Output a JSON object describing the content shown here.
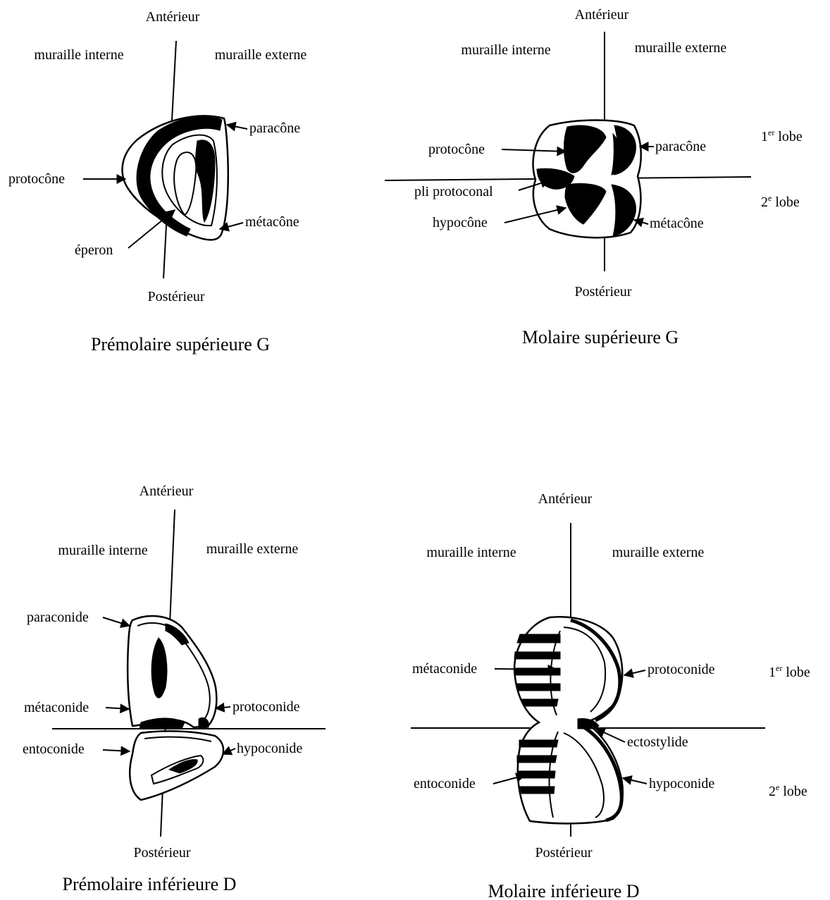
{
  "figures": {
    "upper_premolar": {
      "caption": "Prémolaire supérieure G",
      "anterior": "Antérieur",
      "posterior": "Postérieur",
      "inner_wall": "muraille interne",
      "outer_wall": "muraille externe",
      "labels": {
        "paracone": "paracône",
        "protocone": "protocône",
        "metacone": "métacône",
        "eperon": "éperon"
      }
    },
    "upper_molar": {
      "caption": "Molaire supérieure G",
      "anterior": "Antérieur",
      "posterior": "Postérieur",
      "inner_wall": "muraille interne",
      "outer_wall": "muraille externe",
      "lobe1": {
        "num": "1",
        "sup": "er",
        "word": " lobe"
      },
      "lobe2": {
        "num": "2",
        "sup": "e",
        "word": " lobe"
      },
      "labels": {
        "protocone": "protocône",
        "paracone": "paracône",
        "pli_protoconal": "pli protoconal",
        "hypocone": "hypocône",
        "metacone": "métacône"
      }
    },
    "lower_premolar": {
      "caption": "Prémolaire inférieure D",
      "anterior": "Antérieur",
      "posterior": "Postérieur",
      "inner_wall": "muraille interne",
      "outer_wall": "muraille externe",
      "labels": {
        "paraconide": "paraconide",
        "metaconide": "métaconide",
        "protoconide": "protoconide",
        "entoconide": "entoconide",
        "hypoconide": "hypoconide"
      }
    },
    "lower_molar": {
      "caption": "Molaire inférieure D",
      "anterior": "Antérieur",
      "posterior": "Postérieur",
      "inner_wall": "muraille interne",
      "outer_wall": "muraille externe",
      "lobe1": {
        "num": "1",
        "sup": "er",
        "word": " lobe"
      },
      "lobe2": {
        "num": "2",
        "sup": "e",
        "word": " lobe"
      },
      "labels": {
        "metaconide": "métaconide",
        "protoconide": "protoconide",
        "ectostylide": "ectostylide",
        "entoconide": "entoconide",
        "hypoconide": "hypoconide"
      }
    }
  }
}
